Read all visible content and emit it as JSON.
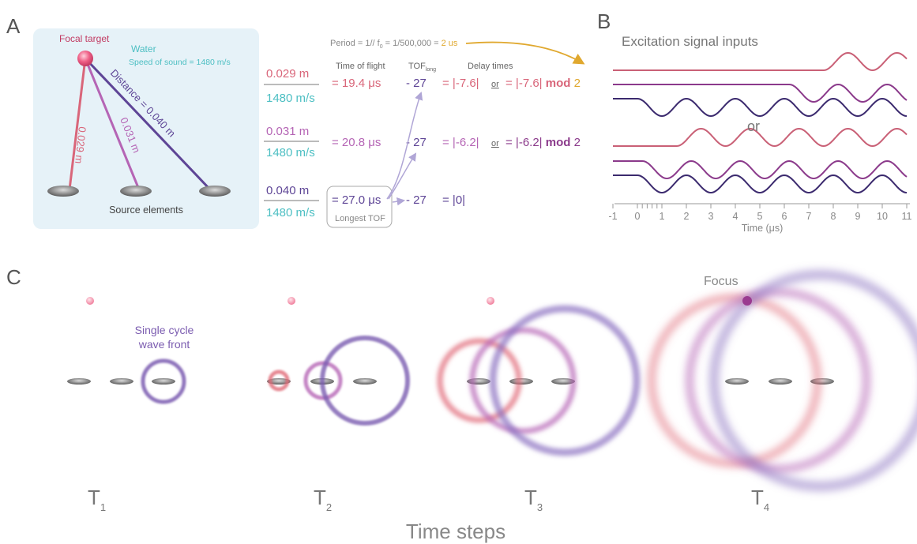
{
  "panels": {
    "a": "A",
    "b": "B",
    "c": "C"
  },
  "panel_a": {
    "focal_target": "Focal target",
    "water": "Water",
    "speed": "Speed of sound = 1480 m/s",
    "distance_label": "Distance = 0.040 m",
    "line1_label": "0.029 m",
    "line2_label": "0.031 m",
    "source_elements": "Source elements",
    "colors": {
      "red": "#d9667a",
      "pink": "#b565b5",
      "purple": "#5e4596",
      "teal": "#4dbfc3",
      "gold": "#e0a82e",
      "bg": "#e6f2f8"
    }
  },
  "calc": {
    "period_prefix": "Period = 1// f",
    "period_sub": "0",
    "period_mid": " = 1/500,000 = ",
    "period_val": "2 us",
    "hdr_tof": "Time of flight",
    "hdr_toflong": "TOF",
    "hdr_toflong_sub": "long",
    "hdr_delay": "Delay times",
    "longest_tof": "Longest TOF",
    "or": "or",
    "mod": "mod",
    "rows": [
      {
        "num": "0.029 m",
        "den": "1480 m/s",
        "tof": "= 19.4 μs",
        "minus": "- 27",
        "delay1": "= |-7.6|",
        "delay2": "= |-7.6|",
        "modval": "2"
      },
      {
        "num": "0.031 m",
        "den": "1480 m/s",
        "tof": "= 20.8 μs",
        "minus": "- 27",
        "delay1": "= |-6.2|",
        "delay2": "= |-6.2|",
        "modval": "2"
      },
      {
        "num": "0.040 m",
        "den": "1480 m/s",
        "tof": "= 27.0 μs",
        "minus": "- 27",
        "delay1": "= |0|"
      }
    ]
  },
  "panel_b": {
    "title": "Excitation signal inputs",
    "or": "or",
    "xlabel": "Time (μs)",
    "xticks": [
      "-1",
      "0",
      "1",
      "2",
      "3",
      "4",
      "5",
      "6",
      "7",
      "8",
      "9",
      "10",
      "11"
    ]
  },
  "panel_c": {
    "single_cycle": "Single cycle",
    "wave_front": "wave front",
    "focus": "Focus",
    "steps": [
      {
        "t": "T",
        "sub": "1"
      },
      {
        "t": "T",
        "sub": "2"
      },
      {
        "t": "T",
        "sub": "3"
      },
      {
        "t": "T",
        "sub": "4"
      }
    ],
    "time_steps": "Time steps"
  }
}
